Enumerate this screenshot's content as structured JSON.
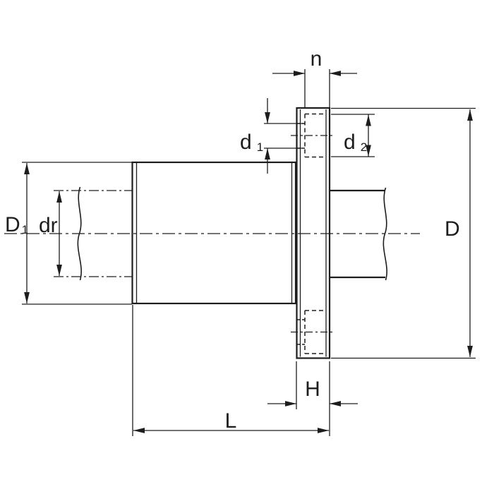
{
  "colors": {
    "background": "#ffffff",
    "line": "#1d1d1d"
  },
  "labels": {
    "n": "n",
    "d1_base": "d",
    "d1_sub": "1",
    "d2_base": "d",
    "d2_sub": "2",
    "D1_base": "D",
    "D1_sub": "1",
    "dr": "dr",
    "D": "D",
    "H": "H",
    "L": "L"
  }
}
